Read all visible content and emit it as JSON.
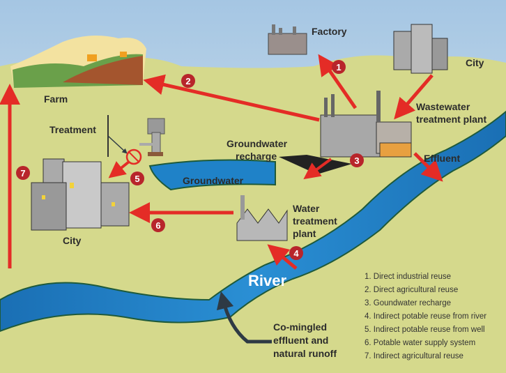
{
  "labels": {
    "factory": "Factory",
    "city_top": "City",
    "farm": "Farm",
    "wastewater_1": "Wastewater",
    "wastewater_2": "treatment plant",
    "treatment": "Treatment",
    "gw_recharge_1": "Groundwater",
    "gw_recharge_2": "recharge",
    "groundwater": "Groundwater",
    "effluent": "Effluent",
    "water_treatment_1": "Water",
    "water_treatment_2": "treatment",
    "water_treatment_3": "plant",
    "city_bottom": "City",
    "river": "River",
    "comingled_1": "Co-mingled",
    "comingled_2": "effluent and",
    "comingled_3": "natural runoff"
  },
  "markers": [
    "1",
    "2",
    "3",
    "4",
    "5",
    "6",
    "7"
  ],
  "legend": [
    "1. Direct industrial reuse",
    "2. Direct agricultural reuse",
    "3. Goundwater recharge",
    "4. Indirect potable reuse from river",
    "5. Indirect potable reuse from well",
    "6. Potable water supply system",
    "7. Indirect agricultural reuse"
  ],
  "colors": {
    "arrow": "#e42c26",
    "marker": "#b8252b",
    "ground": "#d5d98c",
    "river": "#1d7fc4",
    "sky": "#a9c9e5"
  }
}
